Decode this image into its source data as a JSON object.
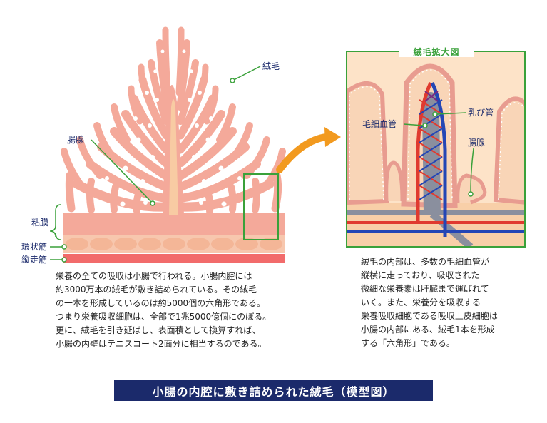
{
  "labels": {
    "villus": "絨毛",
    "intestinal_gland": "腸腺",
    "mucosa": "粘膜",
    "circular_muscle": "環状筋",
    "longitudinal_muscle": "縦走筋"
  },
  "inset": {
    "title": "絨毛拡大図",
    "capillary": "毛細血管",
    "lacteal": "乳び管",
    "intestinal_gland": "腸腺"
  },
  "paragraph_left": [
    "栄養の全ての吸収は小腸で行われる。小腸内腔には",
    "約3000万本の絨毛が敷き詰められている。その絨毛",
    "の一本を形成しているのは約5000個の六角形である。",
    "つまり栄養吸収細胞は、全部で1兆5000億個にのぼる。",
    "更に、絨毛を引き延ばし、表面積として換算すれば、",
    "小腸の内壁はテニスコート2面分に相当するのである。"
  ],
  "paragraph_right": [
    "絨毛の内部は、多数の毛細血管が",
    "縦横に走っており、吸収された",
    "微細な栄養素は肝臓まで運ばれて",
    "いく。また、栄養分を吸収する",
    "栄養吸収細胞である吸収上皮細胞は",
    "小腸の内部にある、絨毛1本を形成",
    "する「六角形」である。"
  ],
  "caption": "小腸の内腔に敷き詰められた絨毛（模型図）",
  "colors": {
    "villus_fill": "#f4a99a",
    "villus_core": "#f8cba3",
    "circular_muscle": "#f7c7ae",
    "longitudinal_muscle": "#f26b6b",
    "inset_border": "#3aa13a",
    "arrow": "#f29a1f",
    "artery": "#e03a2f",
    "vein": "#2446b5",
    "lacteal": "#8a8f9e",
    "caption_bg": "#1b2a6b",
    "label_text": "#1b2a6b"
  }
}
